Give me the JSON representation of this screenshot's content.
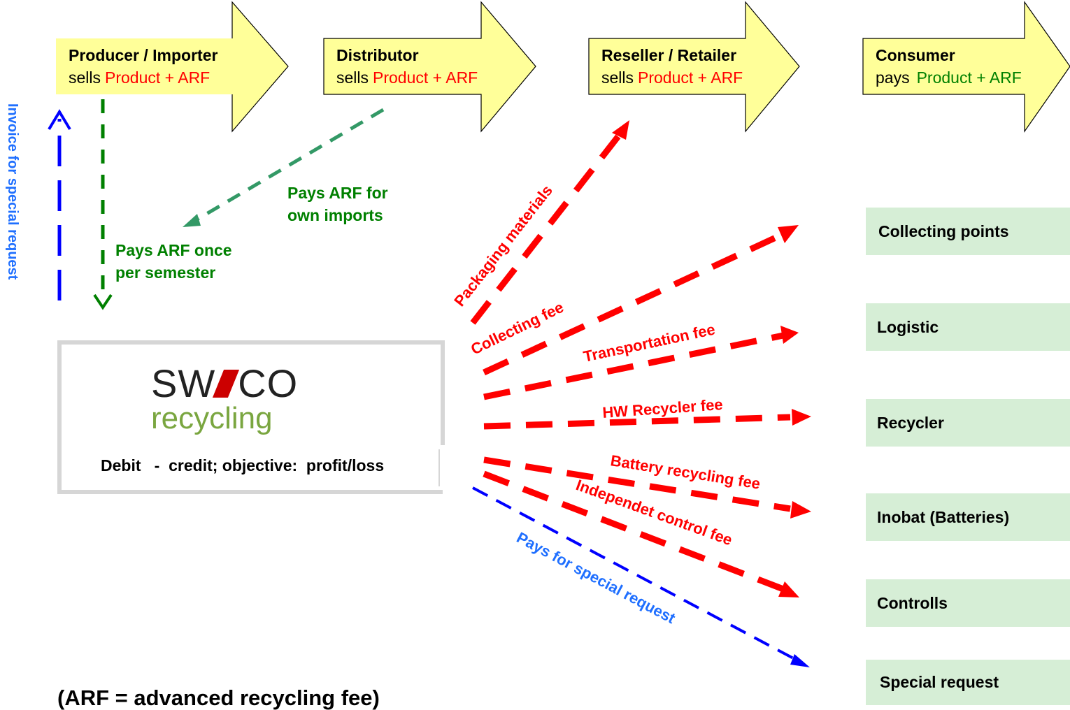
{
  "chain": [
    {
      "name": "Producer / Importer",
      "verb": "sells",
      "item": "Product + ARF",
      "item_color": "#ff0000"
    },
    {
      "name": "Distributor",
      "verb": "sells",
      "item": "Product + ARF",
      "item_color": "#ff0000"
    },
    {
      "name": "Reseller / Retailer",
      "verb": "sells",
      "item": "Product + ARF",
      "item_color": "#ff0000"
    },
    {
      "name": "Consumer",
      "verb": "pays",
      "item": "Product + ARF",
      "item_color": "#008000"
    }
  ],
  "side_label": "Invoice for special request",
  "flows": {
    "producer_payment": "Pays ARF once per semester",
    "producer_payment_lines": [
      "Pays ARF once",
      "per semester"
    ],
    "distributor_payment_lines": [
      "Pays ARF for",
      "own imports"
    ]
  },
  "logo": {
    "swico_left": "SW",
    "swico_right": "CO",
    "recycling": "recycling",
    "swico_color": "#222222",
    "slash_color": "#cc0000",
    "recycling_color": "#7aa640"
  },
  "logo_box_caption": "Debit   -  credit; objective:  profit/loss",
  "fees": [
    {
      "label": "Packaging materials"
    },
    {
      "label": "Collecting fee"
    },
    {
      "label": "Transportation fee"
    },
    {
      "label": "HW Recycler fee"
    },
    {
      "label": "Battery recycling fee"
    },
    {
      "label": "Independet control fee"
    },
    {
      "label": "Pays for special request"
    }
  ],
  "targets": [
    {
      "label": "Collecting points"
    },
    {
      "label": "Logistic"
    },
    {
      "label": "Recycler"
    },
    {
      "label": "Inobat (Batteries)"
    },
    {
      "label": "Controlls"
    },
    {
      "label": "Special request"
    }
  ],
  "footnote": "(ARF = advanced recycling fee)",
  "colors": {
    "arrow_fill": "#ffff99",
    "producer_fill": "#ffff99",
    "fee_red": "#ff0000",
    "invoice_blue": "#0000ff",
    "label_blue": "#1f6fff",
    "payment_green": "#008000",
    "distributor_green": "#339966",
    "target_fill": "#d6eed6"
  }
}
